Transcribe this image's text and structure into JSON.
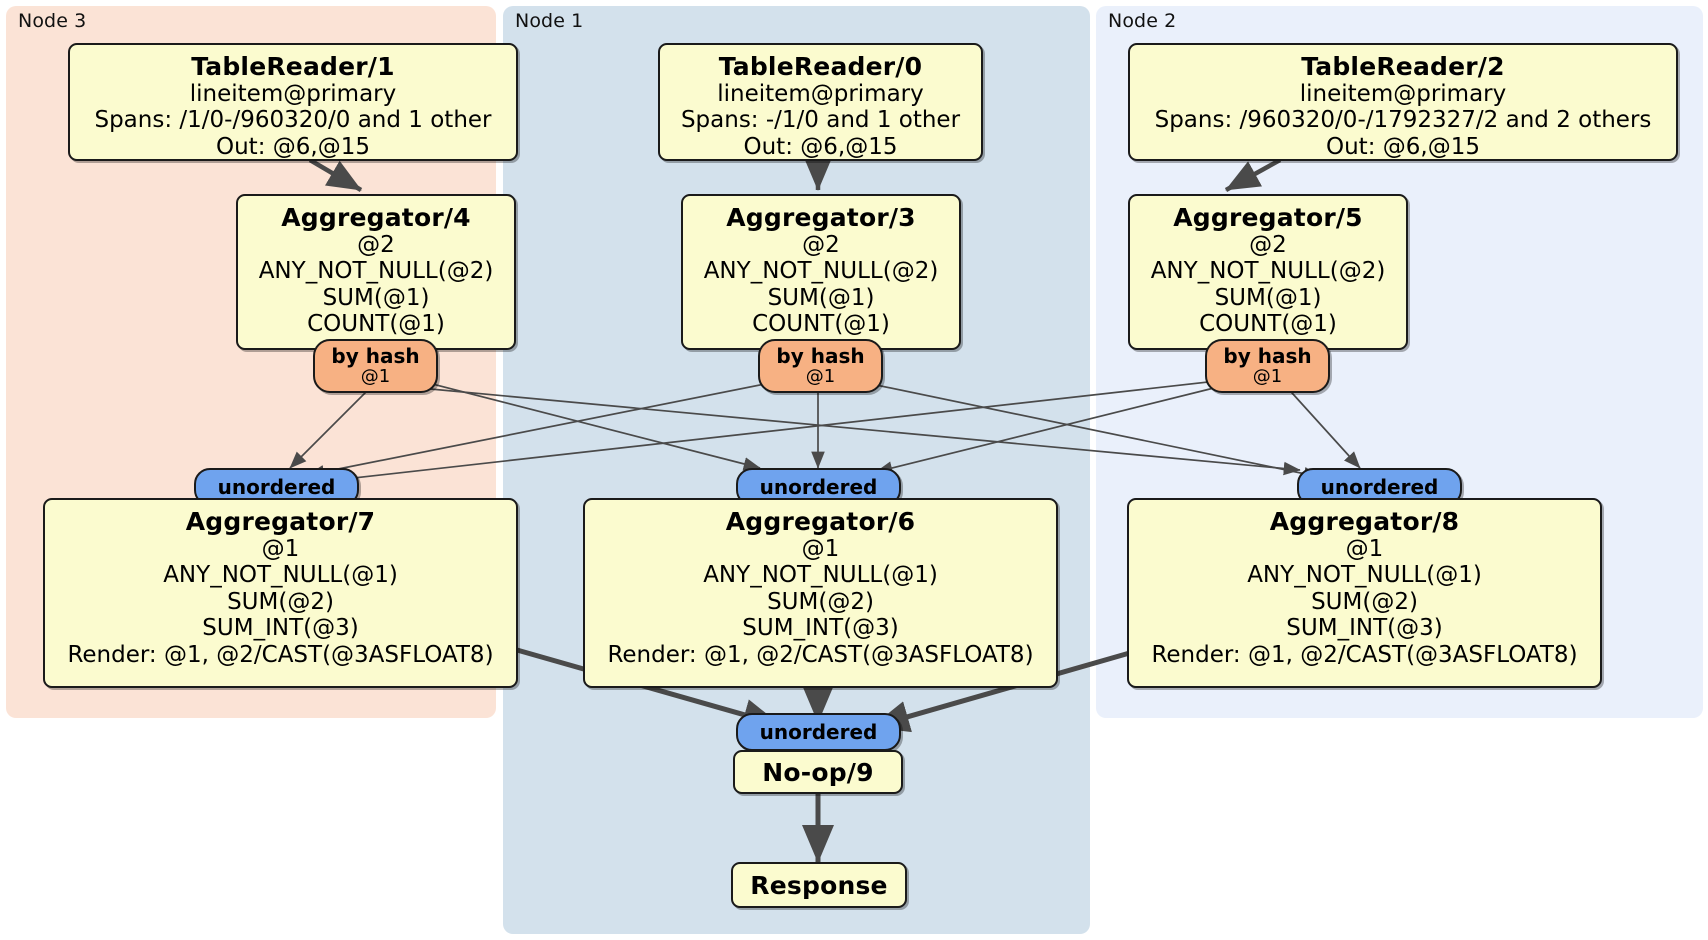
{
  "diagram": {
    "type": "distributed-query-plan",
    "colors": {
      "node3_panel": "#fbe3d6",
      "node1_panel": "#d3e1ec",
      "node2_panel": "#eaf0fb",
      "box_fill": "#fbfbcf",
      "box_stroke": "#1a1a1a",
      "hash_router": "#f7b183",
      "unordered_router": "#6fa3ee",
      "edge": "#4a4a4a"
    }
  },
  "panels": [
    {
      "id": "node3",
      "label": "Node 3"
    },
    {
      "id": "node1",
      "label": "Node 1"
    },
    {
      "id": "node2",
      "label": "Node 2"
    }
  ],
  "processors": {
    "table_reader_1": {
      "title": "TableReader/1",
      "lines": [
        "lineitem@primary",
        "Spans: /1/0-/960320/0 and 1 other",
        "Out: @6,@15"
      ]
    },
    "table_reader_0": {
      "title": "TableReader/0",
      "lines": [
        "lineitem@primary",
        "Spans: -/1/0 and 1 other",
        "Out: @6,@15"
      ]
    },
    "table_reader_2": {
      "title": "TableReader/2",
      "lines": [
        "lineitem@primary",
        "Spans: /960320/0-/1792327/2 and 2 others",
        "Out: @6,@15"
      ]
    },
    "aggregator_4": {
      "title": "Aggregator/4",
      "lines": [
        "@2",
        "ANY_NOT_NULL(@2)",
        "SUM(@1)",
        "COUNT(@1)"
      ]
    },
    "aggregator_3": {
      "title": "Aggregator/3",
      "lines": [
        "@2",
        "ANY_NOT_NULL(@2)",
        "SUM(@1)",
        "COUNT(@1)"
      ]
    },
    "aggregator_5": {
      "title": "Aggregator/5",
      "lines": [
        "@2",
        "ANY_NOT_NULL(@2)",
        "SUM(@1)",
        "COUNT(@1)"
      ]
    },
    "aggregator_7": {
      "title": "Aggregator/7",
      "lines": [
        "@1",
        "ANY_NOT_NULL(@1)",
        "SUM(@2)",
        "SUM_INT(@3)",
        "Render: @1, @2/CAST(@3ASFLOAT8)"
      ]
    },
    "aggregator_6": {
      "title": "Aggregator/6",
      "lines": [
        "@1",
        "ANY_NOT_NULL(@1)",
        "SUM(@2)",
        "SUM_INT(@3)",
        "Render: @1, @2/CAST(@3ASFLOAT8)"
      ]
    },
    "aggregator_8": {
      "title": "Aggregator/8",
      "lines": [
        "@1",
        "ANY_NOT_NULL(@1)",
        "SUM(@2)",
        "SUM_INT(@3)",
        "Render: @1, @2/CAST(@3ASFLOAT8)"
      ]
    },
    "noop_9": {
      "title": "No-op/9",
      "lines": []
    },
    "response": {
      "title": "Response",
      "lines": []
    }
  },
  "routers": {
    "hash_left": {
      "label": "by hash",
      "sub": "@1"
    },
    "hash_center": {
      "label": "by hash",
      "sub": "@1"
    },
    "hash_right": {
      "label": "by hash",
      "sub": "@1"
    },
    "unordered_left": {
      "label": "unordered",
      "sub": ""
    },
    "unordered_center": {
      "label": "unordered",
      "sub": ""
    },
    "unordered_right": {
      "label": "unordered",
      "sub": ""
    },
    "unordered_final": {
      "label": "unordered",
      "sub": ""
    }
  }
}
